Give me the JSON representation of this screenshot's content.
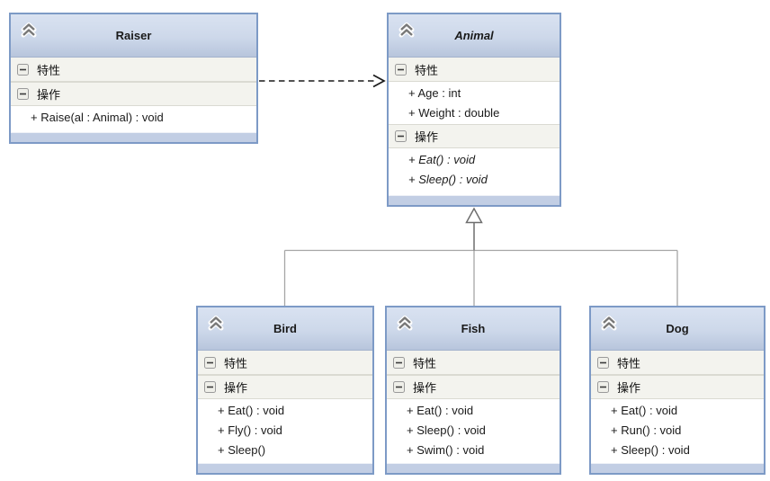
{
  "diagram": {
    "kind": "uml-class-diagram",
    "classes": [
      {
        "name": "Raiser",
        "abstract": false,
        "sections": [
          {
            "label": "特性",
            "members": []
          },
          {
            "label": "操作",
            "members": [
              {
                "text": "+ Raise(al : Animal) : void"
              }
            ]
          }
        ]
      },
      {
        "name": "Animal",
        "abstract": true,
        "sections": [
          {
            "label": "特性",
            "members": [
              {
                "text": "+ Age : int"
              },
              {
                "text": "+ Weight : double"
              }
            ]
          },
          {
            "label": "操作",
            "members": [
              {
                "text": "+ Eat() : void",
                "abstract": true
              },
              {
                "text": "+ Sleep() : void",
                "abstract": true
              }
            ]
          }
        ]
      },
      {
        "name": "Bird",
        "abstract": false,
        "sections": [
          {
            "label": "特性",
            "members": []
          },
          {
            "label": "操作",
            "members": [
              {
                "text": "+ Eat() : void"
              },
              {
                "text": "+ Fly() : void"
              },
              {
                "text": "+ Sleep()"
              }
            ]
          }
        ]
      },
      {
        "name": "Fish",
        "abstract": false,
        "sections": [
          {
            "label": "特性",
            "members": []
          },
          {
            "label": "操作",
            "members": [
              {
                "text": "+ Eat() : void"
              },
              {
                "text": "+ Sleep() : void"
              },
              {
                "text": "+ Swim() : void"
              }
            ]
          }
        ]
      },
      {
        "name": "Dog",
        "abstract": false,
        "sections": [
          {
            "label": "特性",
            "members": []
          },
          {
            "label": "操作",
            "members": [
              {
                "text": "+ Eat() : void"
              },
              {
                "text": "+ Run() : void"
              },
              {
                "text": "+ Sleep() : void"
              }
            ]
          }
        ]
      }
    ],
    "relations": [
      {
        "type": "dependency",
        "from": "Raiser",
        "to": "Animal",
        "style": "dashed-open-arrow"
      },
      {
        "type": "inheritance",
        "parent": "Animal",
        "children": [
          "Bird",
          "Fish",
          "Dog"
        ],
        "style": "hollow-triangle"
      }
    ],
    "icons": {
      "collapse": "chevron-double-up-icon",
      "section_toggle": "minus-box-icon"
    },
    "colors": {
      "box_border": "#7d9ac6",
      "header_top": "#d9e2f1",
      "header_bottom": "#b8c5dc",
      "footer": "#c2cee4",
      "section_bg": "#f3f3ee",
      "dependency_line": "#1a1a1a",
      "inheritance_line": "#a6a6a6",
      "inheritance_trunk": "#6e6e6e"
    }
  }
}
